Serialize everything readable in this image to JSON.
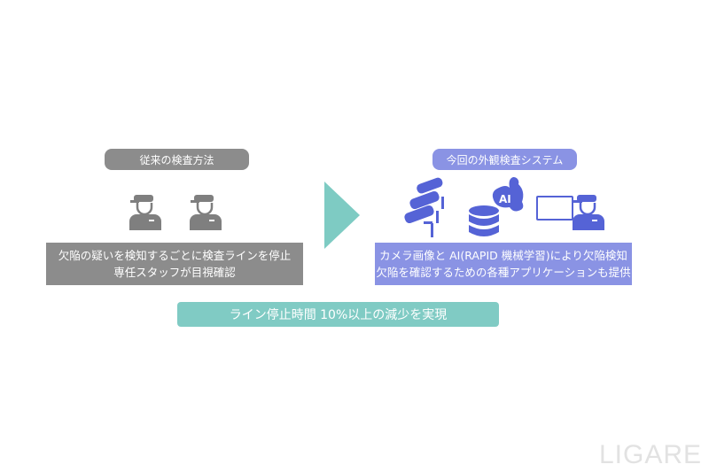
{
  "left": {
    "title": "従来の検査方法",
    "lines": [
      "欠陥の疑いを検知するごとに検査ラインを停止",
      "専任スタッフが目視確認"
    ]
  },
  "right": {
    "title": "今回の外観検査システム",
    "ai_label": "AI",
    "lines": [
      "カメラ画像と AI(RAPID 機械学習)により欠陥検知",
      "欠陥を確認するための各種アプリケーションも提供"
    ]
  },
  "result": "ライン停止時間 10%以上の減少を実現",
  "watermark": "LIGARE",
  "colors": {
    "gray": "#8c8c8c",
    "blue": "#8a93e4",
    "icon_blue": "#5563d6",
    "teal": "#80cbc4"
  }
}
